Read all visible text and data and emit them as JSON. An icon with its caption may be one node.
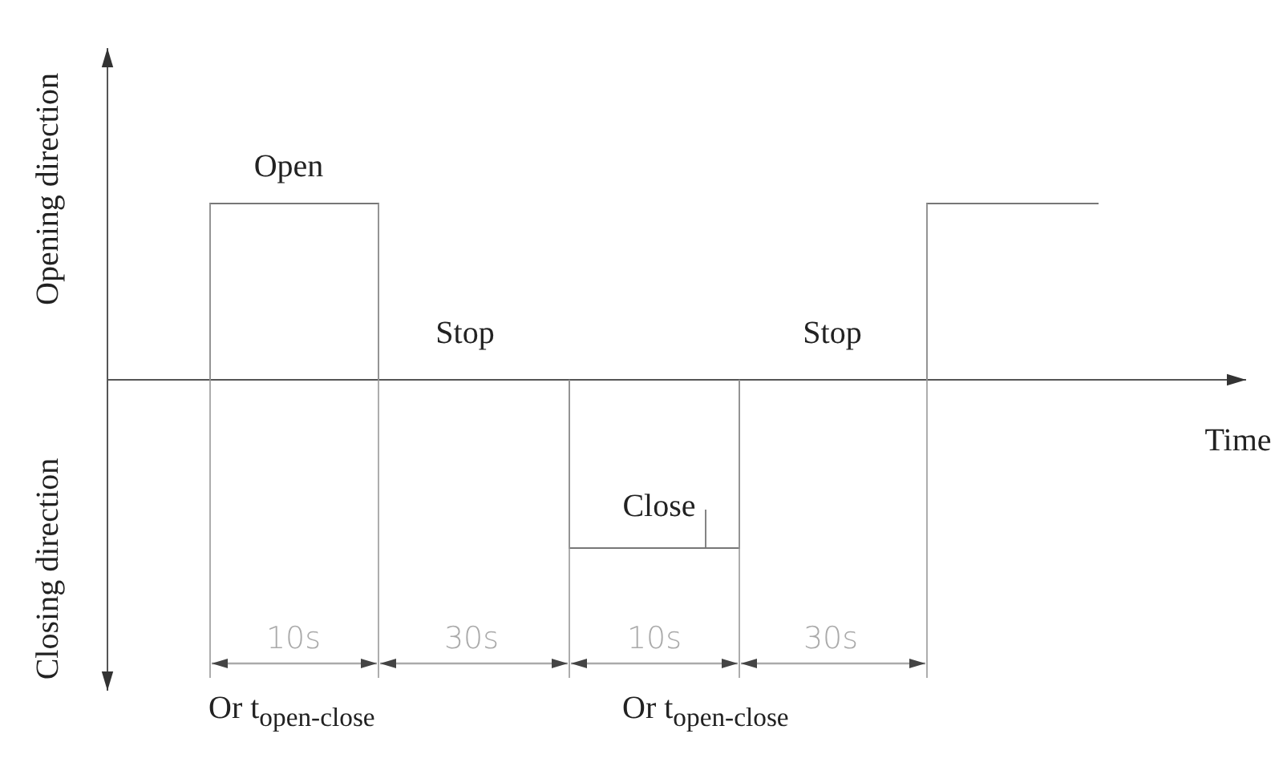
{
  "diagram": {
    "labels": [
      "Opening direction",
      "Open",
      "Stop",
      "Stop",
      "Time",
      "Close",
      "Closing direction",
      "10s",
      "30s",
      "10s",
      "30s",
      "Or t$_{open-close}$",
      "Or t$_{open-close}$"
    ]
  }
}
